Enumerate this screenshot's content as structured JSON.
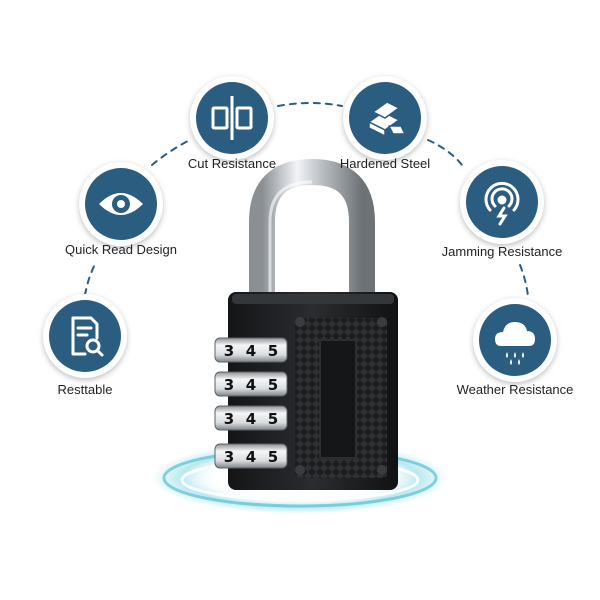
{
  "colors": {
    "accent": "#2b5d80",
    "connector": "#2b5d80",
    "lock_body": "#1b1c1e",
    "shackle": "#c9cdd1",
    "glow": "#7fd6e3"
  },
  "features": [
    {
      "id": "resettable",
      "label": "Resttable",
      "icon": "document-search-icon"
    },
    {
      "id": "quick-read",
      "label": "Quick Read Design",
      "icon": "eye-icon"
    },
    {
      "id": "cut-resistance",
      "label": "Cut Resistance",
      "icon": "cut-split-icon"
    },
    {
      "id": "hardened-steel",
      "label": "Hardened Steel",
      "icon": "steel-bars-icon"
    },
    {
      "id": "jamming-resistance",
      "label": "Jamming Resistance",
      "icon": "signal-jam-icon"
    },
    {
      "id": "weather-resistance",
      "label": "Weather Resistance",
      "icon": "rain-cloud-icon"
    }
  ],
  "lock": {
    "wheels": [
      [
        "3",
        "4",
        "5"
      ],
      [
        "3",
        "4",
        "5"
      ],
      [
        "3",
        "4",
        "5"
      ],
      [
        "3",
        "4",
        "5"
      ]
    ]
  }
}
